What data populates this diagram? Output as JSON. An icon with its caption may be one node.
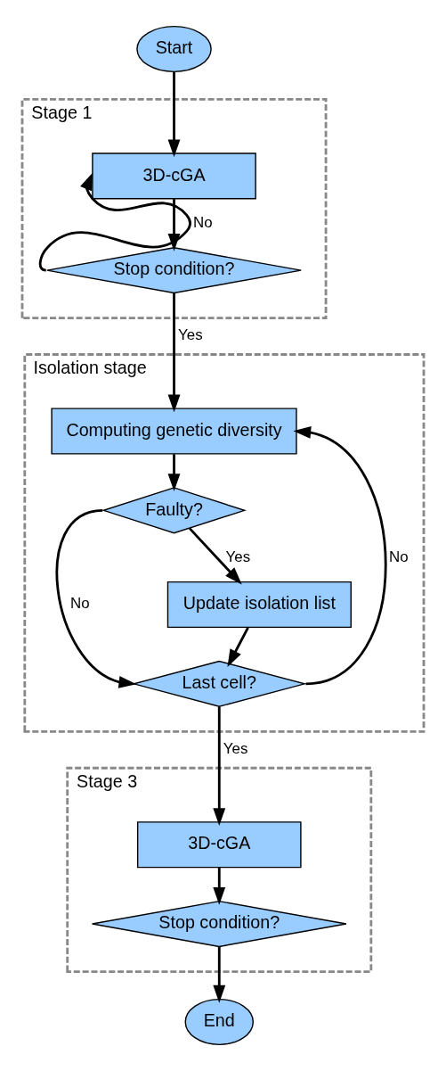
{
  "diagram": {
    "nodes": [
      {
        "text": [
          "Start"
        ]
      },
      {
        "text": [
          "Stage 1"
        ]
      },
      {
        "text": [
          "3D-cGA"
        ],
        "in": 1
      },
      {
        "text": [
          "Stop condition?"
        ],
        "in": 1
      },
      {
        "text": [
          "Isolation stage"
        ]
      },
      {
        "text": [
          "Computing genetic diversity"
        ],
        "in": 4
      },
      {
        "text": [
          "Faulty?"
        ],
        "in": 4
      },
      {
        "text": [
          "Update isolation list"
        ],
        "in": 4
      },
      {
        "text": [
          "Last cell?"
        ],
        "in": 4
      },
      {
        "text": [
          "Stage 3"
        ]
      },
      {
        "text": [
          "3D-cGA"
        ],
        "in": 9
      },
      {
        "text": [
          "Stop condition?"
        ],
        "in": 9
      },
      {
        "text": [
          "End"
        ]
      }
    ],
    "edges": [
      {
        "from": 0,
        "to": 2,
        "arrow": "to"
      },
      {
        "from": 2,
        "to": 3,
        "arrow": "to"
      },
      {
        "from": 3,
        "to": 2,
        "arrow": "to",
        "label": "No"
      },
      {
        "from": 3,
        "to": 5,
        "arrow": "to",
        "label": "Yes"
      },
      {
        "from": 5,
        "to": 6,
        "arrow": "to"
      },
      {
        "from": 6,
        "to": 7,
        "arrow": "to",
        "label": "Yes"
      },
      {
        "from": 6,
        "to": 8,
        "arrow": "to",
        "label": "No"
      },
      {
        "from": 7,
        "to": 8,
        "arrow": "to"
      },
      {
        "from": 8,
        "to": 5,
        "arrow": "to",
        "label": "No"
      },
      {
        "from": 8,
        "to": 10,
        "arrow": "to",
        "label": "Yes"
      },
      {
        "from": 10,
        "to": 11,
        "arrow": "to"
      },
      {
        "from": 11,
        "to": 12,
        "arrow": "to"
      }
    ]
  }
}
